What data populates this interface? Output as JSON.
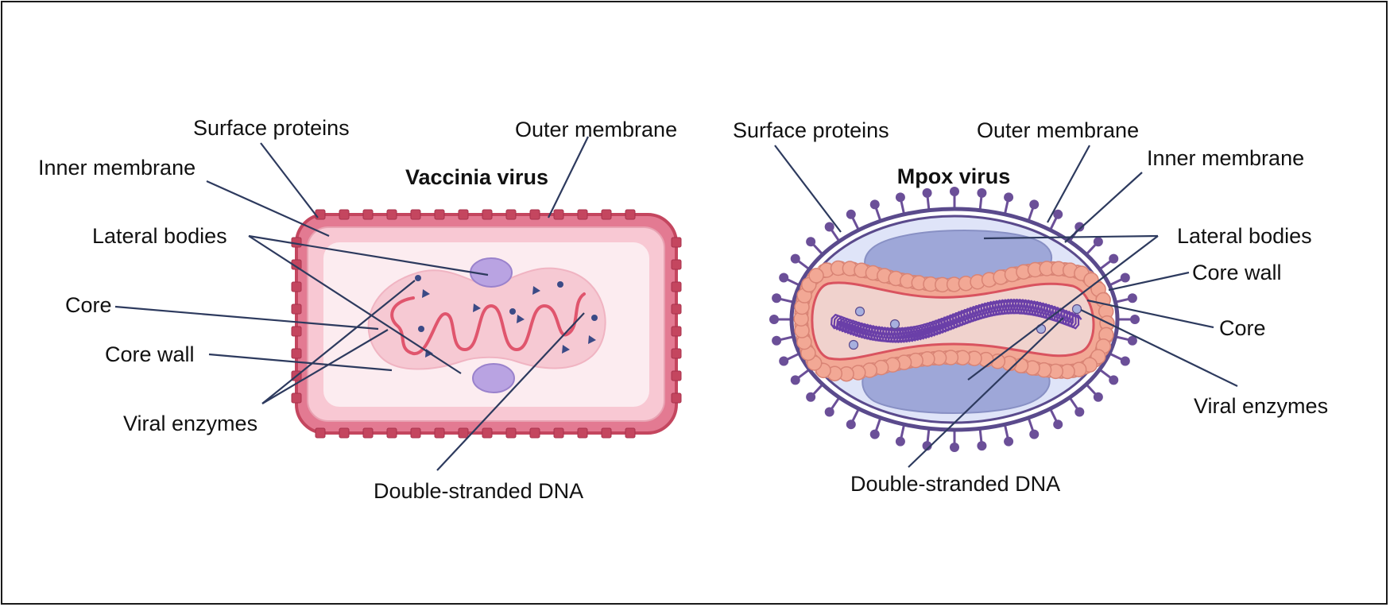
{
  "vaccinia": {
    "title": "Vaccinia virus",
    "labels": {
      "surface_proteins": "Surface proteins",
      "outer_membrane": "Outer membrane",
      "inner_membrane": "Inner membrane",
      "lateral_bodies": "Lateral bodies",
      "core": "Core",
      "core_wall": "Core wall",
      "viral_enzymes": "Viral enzymes",
      "dsdna": "Double-stranded DNA"
    }
  },
  "mpox": {
    "title": "Mpox virus",
    "labels": {
      "surface_proteins": "Surface proteins",
      "outer_membrane": "Outer membrane",
      "inner_membrane": "Inner membrane",
      "lateral_bodies": "Lateral bodies",
      "core_wall": "Core wall",
      "core": "Core",
      "viral_enzymes": "Viral enzymes",
      "dsdna": "Double-stranded DNA"
    }
  },
  "colors": {
    "vaccinia_outer": "#e37a92",
    "vaccinia_outer_dark": "#c4465f",
    "vaccinia_inner": "#f8c8d3",
    "vaccinia_cytoplasm": "#fcecf0",
    "vaccinia_core": "#f6c9d3",
    "vaccinia_dna": "#e0556d",
    "lateral_body": "#b9a3e2",
    "enzyme": "#3b4a86",
    "mpox_spike": "#6b4f98",
    "mpox_membrane": "#5a4a8c",
    "mpox_lateral": "#9ea7d8",
    "mpox_cytoplasm": "#dfe4f8",
    "mpox_wall": "#f2a895",
    "mpox_core": "#f0d2cd",
    "mpox_dna": "#6a3fa8"
  }
}
